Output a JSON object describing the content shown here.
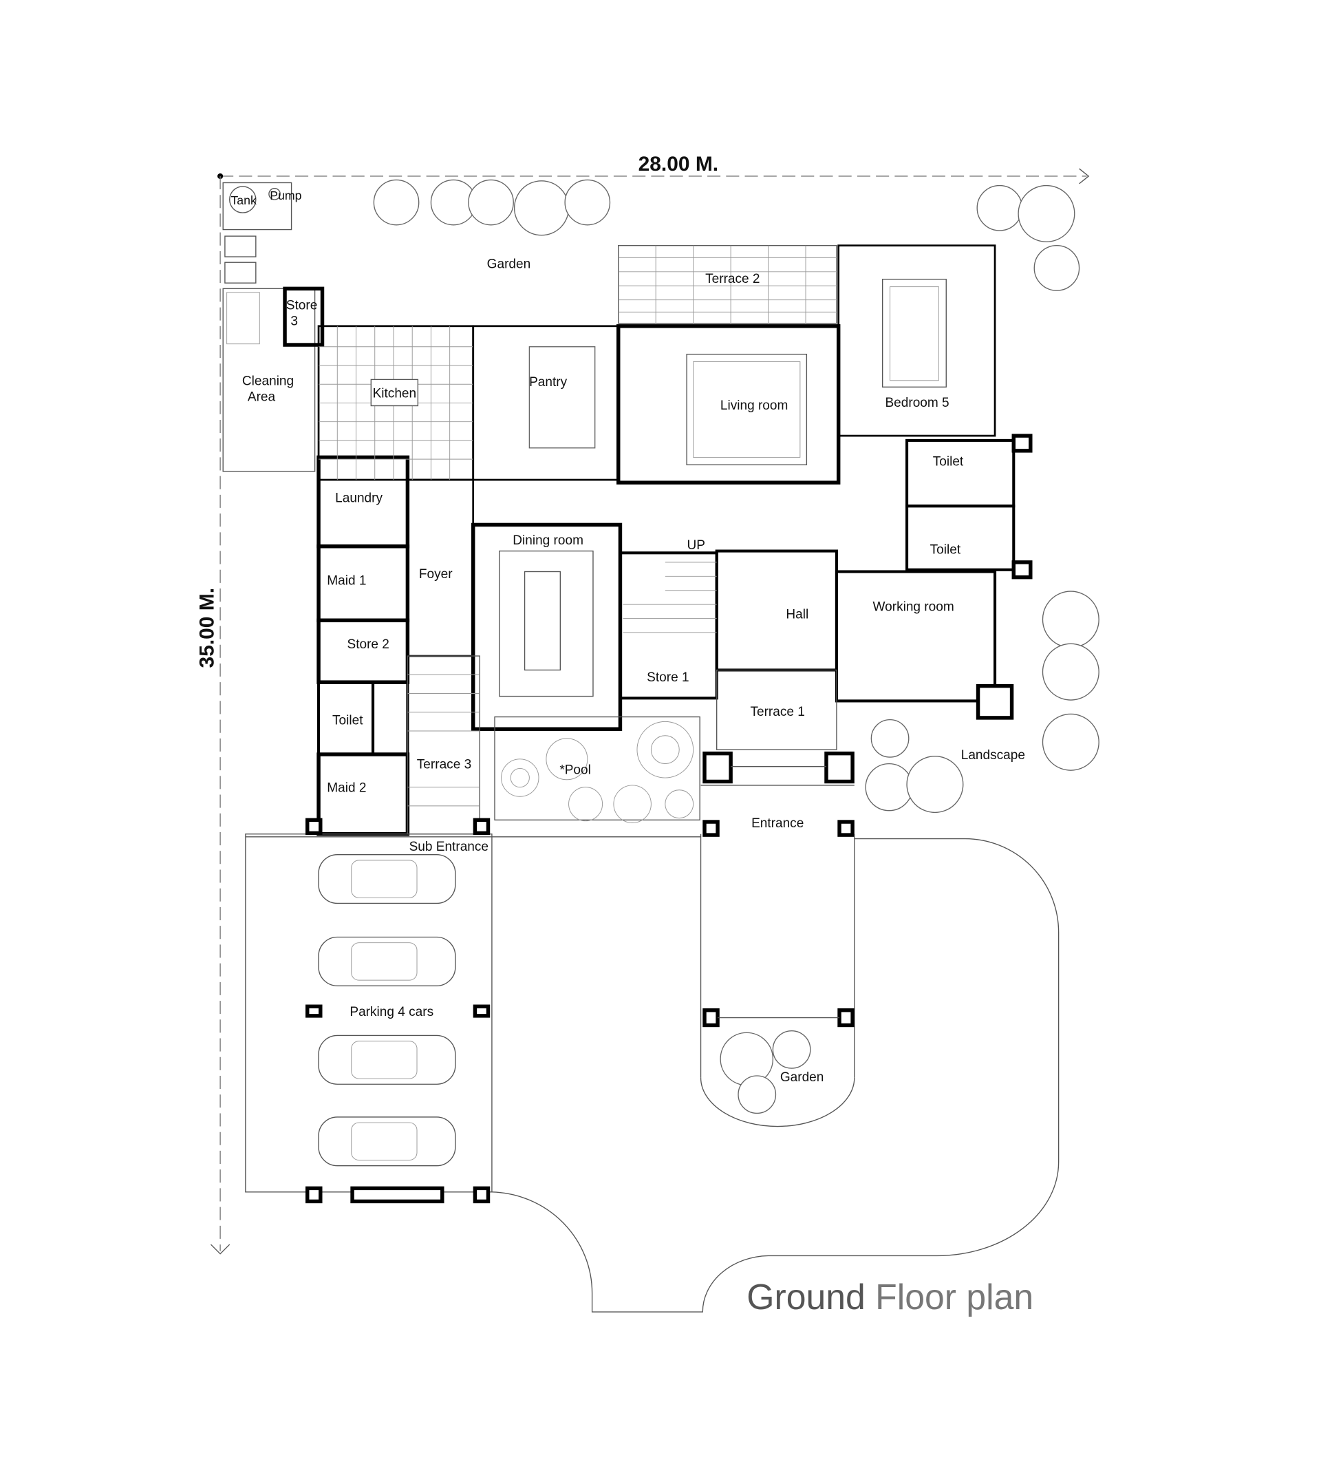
{
  "dimensions": {
    "width": "28.00 M.",
    "depth": "35.00 M."
  },
  "title": {
    "bold": "Ground",
    "rest": "Floor plan"
  },
  "rooms": {
    "tank": "Tank",
    "pump": "Pump",
    "garden_top": "Garden",
    "terrace2": "Terrace 2",
    "store3_line1": "Store",
    "store3_line2": "3",
    "cleaning_line1": "Cleaning",
    "cleaning_line2": "Area",
    "kitchen": "Kitchen",
    "pantry": "Pantry",
    "living": "Living room",
    "bedroom5": "Bedroom 5",
    "toilet_a": "Toilet",
    "toilet_b": "Toilet",
    "laundry": "Laundry",
    "maid1": "Maid 1",
    "foyer": "Foyer",
    "dining": "Dining room",
    "up": "UP",
    "hall": "Hall",
    "working": "Working room",
    "store2": "Store 2",
    "store1": "Store 1",
    "toilet_c": "Toilet",
    "terrace1": "Terrace 1",
    "terrace3": "Terrace 3",
    "pool": "*Pool",
    "maid2": "Maid 2",
    "landscape": "Landscape",
    "entrance": "Entrance",
    "sub_entrance": "Sub Entrance",
    "parking": "Parking 4 cars",
    "garden_bottom": "Garden"
  }
}
